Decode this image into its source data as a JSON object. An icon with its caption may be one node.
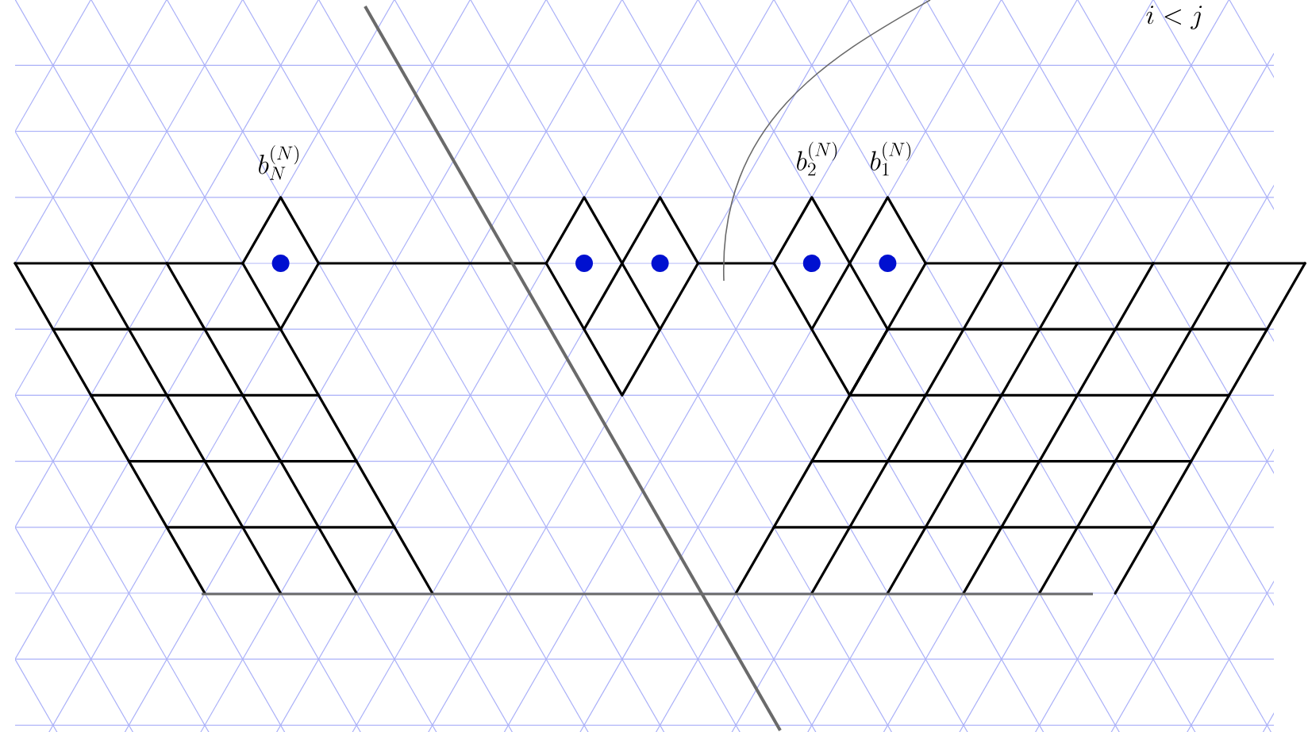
{
  "diagram": {
    "labels": [
      "b_N^{(N)}",
      "b_2^{(N)}",
      "b_1^{(N)}",
      "i<j"
    ]
  }
}
